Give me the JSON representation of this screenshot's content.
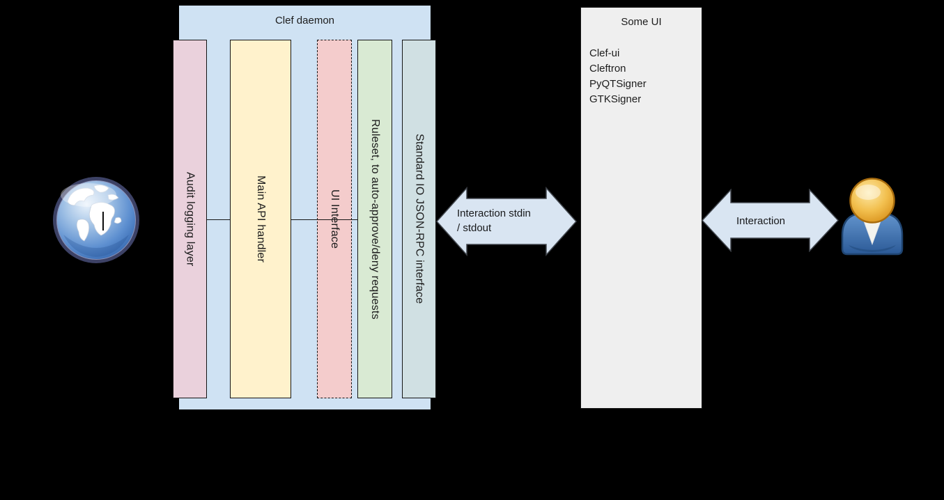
{
  "diagram": {
    "background_color": "#000000",
    "clef_daemon": {
      "title": "Clef daemon",
      "fill_color": "#cfe2f3",
      "bars": [
        {
          "label": "Audit logging layer",
          "fill_color": "#ead1dc",
          "border_style": "solid"
        },
        {
          "label": "Main API handler",
          "fill_color": "#fff2cc",
          "border_style": "solid"
        },
        {
          "label": "UI Interface",
          "fill_color": "#f4cccc",
          "border_style": "dashed"
        },
        {
          "label": "Ruleset, to auto-approve/deny requests",
          "fill_color": "#d9ead3",
          "border_style": "solid"
        },
        {
          "label": "Standard IO JSON-RPC interface",
          "fill_color": "#d0e0e3",
          "border_style": "solid"
        }
      ]
    },
    "arrows": {
      "fill_color": "#d9e5f2",
      "stdio": {
        "line1": "Interaction stdin",
        "line2": "/ stdout"
      },
      "user": {
        "label": "Interaction"
      }
    },
    "some_ui": {
      "title": "Some UI",
      "fill_color": "#efefef",
      "items": [
        "Clef-ui",
        "Cleftron",
        "PyQTSigner",
        "GTKSigner"
      ]
    },
    "icons": {
      "globe": "globe-icon",
      "user": "user-icon"
    }
  }
}
